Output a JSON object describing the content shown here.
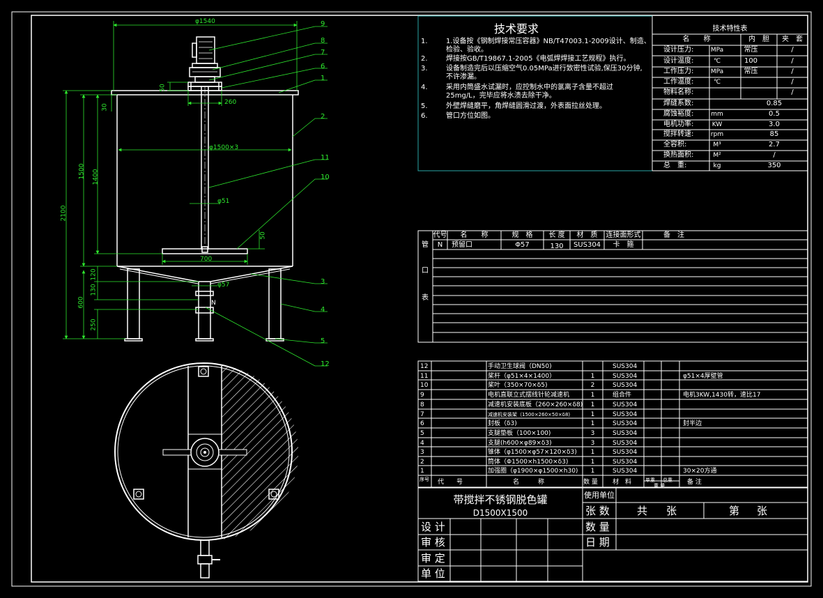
{
  "drawing": {
    "title": "带搅拌不锈钢脱色罐",
    "model": "D1500X1500"
  },
  "title_block": {
    "use_unit": "使用单位",
    "sheet_count": "张 数",
    "total": "共",
    "sheet": "张",
    "page_no": "第",
    "page_sheet": "张",
    "quantity": "数 量",
    "date": "日 期",
    "design": "设 计",
    "review": "审 核",
    "approve": "审 定",
    "unit": "单 位"
  },
  "tech_req": {
    "title": "技术要求",
    "items": [
      {
        "no": "1.",
        "lines": [
          "1.设备按《钢制焊接常压容器》NB/T47003.1-2009设计、制造、",
          "检验、验收。"
        ]
      },
      {
        "no": "2.",
        "lines": [
          "焊接按GB/T19867.1-2005《电弧焊焊接工艺规程》执行。"
        ]
      },
      {
        "no": "3.",
        "lines": [
          "设备制造完后以压缩空气0.05MPa进行致密性试验,保压30分钟,",
          "不许渗漏。"
        ]
      },
      {
        "no": "4.",
        "lines": [
          "采用内筒盛水试漏时，应控制水中的氯离子含量不超过",
          "25mg/L，完毕应将水渍去除干净。"
        ]
      },
      {
        "no": "5.",
        "lines": [
          "外壁焊缝磨平，角焊缝圆滑过渡，外表面拉丝处理。"
        ]
      },
      {
        "no": "6.",
        "lines": [
          "管口方位如图。"
        ]
      }
    ]
  },
  "spec_table": {
    "title": "技术特性表",
    "headers": [
      "名　　称",
      "内　胆",
      "夹　套"
    ],
    "rows": [
      {
        "name": "设计压力:",
        "unit": "MPa",
        "inner": "常压",
        "jacket": "/"
      },
      {
        "name": "设计温度:",
        "unit": "℃",
        "inner": "100",
        "jacket": "/"
      },
      {
        "name": "工作压力:",
        "unit": "MPa",
        "inner": "常压",
        "jacket": "/"
      },
      {
        "name": "工作温度:",
        "unit": "℃",
        "inner": "",
        "jacket": "/"
      },
      {
        "name": "物料名称:",
        "unit": "",
        "inner": "",
        "jacket": "/"
      },
      {
        "name": "焊缝系数:",
        "unit": "",
        "value": "0.85"
      },
      {
        "name": "腐蚀裕度:",
        "unit": "mm",
        "value": "0.5"
      },
      {
        "name": "电机功率:",
        "unit": "KW",
        "value": "3.0"
      },
      {
        "name": "搅拌转速:",
        "unit": "rpm",
        "value": "85"
      },
      {
        "name": "全容积:",
        "unit": "M³",
        "value": "2.7"
      },
      {
        "name": "换热面积:",
        "unit": "M²",
        "value": "/"
      },
      {
        "name": "总　重:",
        "unit": "kg",
        "value": "350"
      }
    ]
  },
  "nozzle_table": {
    "side_label": [
      "管",
      "口",
      "表"
    ],
    "headers": [
      "代号",
      "名　　称",
      "规　格",
      "长 度",
      "材　质",
      "连接面形式",
      "备　注"
    ],
    "rows": [
      {
        "code": "N",
        "name": "预留口",
        "spec": "Φ57",
        "length": "130",
        "material": "SUS304",
        "conn": "卡　箍",
        "note": ""
      }
    ]
  },
  "bom": {
    "rows": [
      {
        "no": "12",
        "name": "手动卫生球阀（DN50)",
        "qty": "",
        "mat": "SUS304",
        "note": ""
      },
      {
        "no": "11",
        "name": "桨杆（φ51×4×1400）",
        "qty": "1",
        "mat": "SUS304",
        "note": "φ51×4厚壁管"
      },
      {
        "no": "10",
        "name": "桨叶（350×70×δ5)",
        "qty": "2",
        "mat": "SUS304",
        "note": ""
      },
      {
        "no": "9",
        "name": "电机直联立式摆线针轮减速机",
        "qty": "1",
        "mat": "组合件",
        "note": "电机3KW,1430转，速比17"
      },
      {
        "no": "8",
        "name": "减速机安装底板（260×260×δ8)",
        "qty": "1",
        "mat": "SUS304",
        "note": ""
      },
      {
        "no": "7",
        "name": "减速机安装架（1500×260×50×δ8)",
        "qty": "1",
        "mat": "SUS304",
        "note": ""
      },
      {
        "no": "6",
        "name": "封板（δ3)",
        "qty": "1",
        "mat": "SUS304",
        "note": "封半边"
      },
      {
        "no": "5",
        "name": "支腿垫板（100×100)",
        "qty": "3",
        "mat": "SUS304",
        "note": ""
      },
      {
        "no": "4",
        "name": "支腿(h600×φ89×δ3)",
        "qty": "3",
        "mat": "SUS304",
        "note": ""
      },
      {
        "no": "3",
        "name": "锥体（φ1500×φ57×120×δ3)",
        "qty": "1",
        "mat": "SUS304",
        "note": ""
      },
      {
        "no": "2",
        "name": "筒体（Φ1500×h1500×δ3)",
        "qty": "1",
        "mat": "SUS304",
        "note": ""
      },
      {
        "no": "1",
        "name": "加强圈（φ1900×φ1500×h30)",
        "qty": "1",
        "mat": "SUS304",
        "note": "30×20方通"
      }
    ],
    "headers": {
      "no": "序号",
      "code": "代　　号",
      "name": "名　　　称",
      "qty": "数 量",
      "mat": "材　料",
      "unit_w": "单重",
      "total_w": "总重",
      "weight": "重 量",
      "note": "备 注"
    }
  },
  "dims": {
    "top_width": "φ1540",
    "shell_dia": "φ1500×3",
    "shaft_dia": "φ51",
    "outlet_dia": "φ57",
    "blade_width": "700",
    "base_plate": "260",
    "h_total": "2100",
    "h_shell": "1500",
    "h_inner": "1400",
    "h_leg": "600",
    "d_30": "30",
    "d_50a": "50",
    "d_50b": "50",
    "d_120": "120",
    "d_130": "130",
    "d_250": "250",
    "nozzle_N": "N"
  },
  "balloons": [
    "9",
    "8",
    "7",
    "6",
    "1",
    "2",
    "11",
    "10",
    "3",
    "4",
    "5",
    "12"
  ],
  "colors": {
    "line": "#ffffff",
    "dim": "#2ee82e",
    "leader": "#2ee82e",
    "frame": "#ffffff",
    "bg": "#000000",
    "tech_frame": "#2aa6a6"
  }
}
